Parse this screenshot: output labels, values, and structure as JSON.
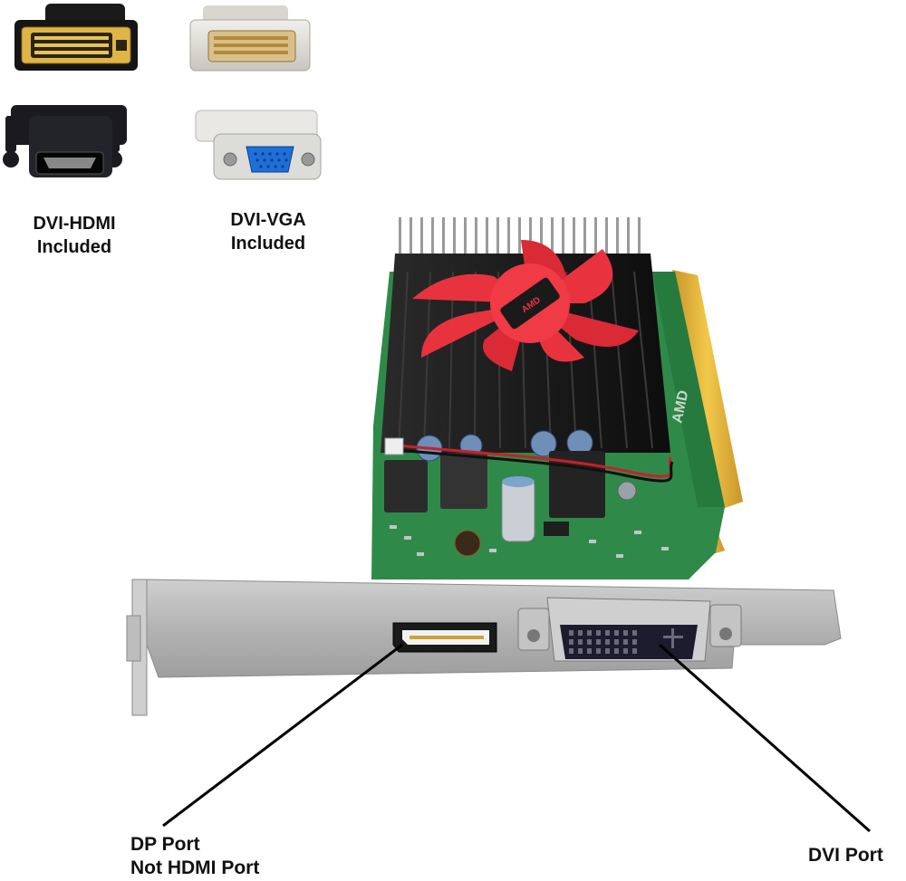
{
  "adapters": [
    {
      "name": "DVI-HDMI",
      "line1": "DVI-HDMI",
      "line2": "Included"
    },
    {
      "name": "DVI-VGA",
      "line1": "DVI-VGA",
      "line2": "Included"
    }
  ],
  "callouts": {
    "dp": {
      "line1": "DP Port",
      "line2": "Not HDMI Port"
    },
    "dvi": {
      "line1": "DVI Port"
    }
  },
  "card": {
    "brand_text": "AMD",
    "colors": {
      "pcb": "#2f8a4a",
      "heatsink": "#141414",
      "fan": "#e8333f",
      "bracket": "#b8b8b8",
      "gold": "#e6b430"
    }
  }
}
